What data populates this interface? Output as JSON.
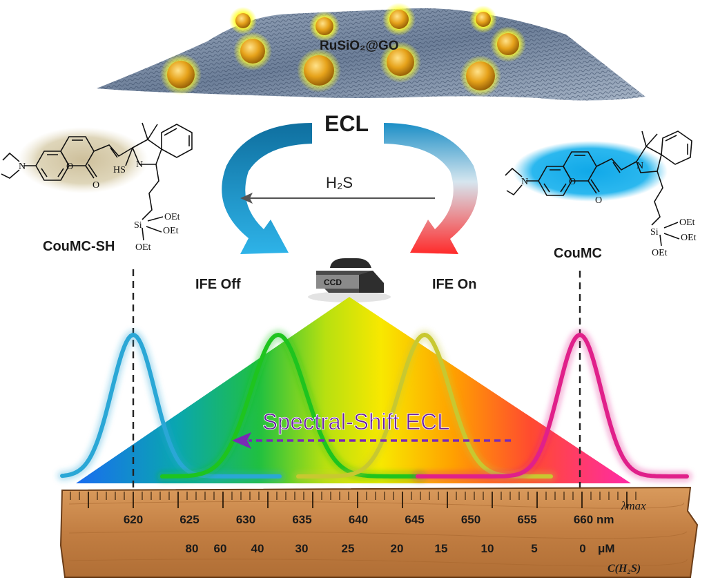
{
  "material_label": "RuSiO₂@GO",
  "ecl_label": "ECL",
  "analyte_label": "H₂S",
  "left_probe": "CouMC-SH",
  "right_probe": "CouMC",
  "ife_off_label": "IFE Off",
  "ife_on_label": "IFE On",
  "detector_label": "CCD",
  "shift_label": "Spectral-Shift ECL",
  "left_chem": {
    "n": "N",
    "o_ring": "O",
    "o_carbonyl": "O",
    "n_indoline": "N",
    "thiol": "HS",
    "si": "Si",
    "oet1": "OEt",
    "oet2": "OEt",
    "oet3": "OEt"
  },
  "right_chem": {
    "n": "N",
    "o_ring": "O",
    "o_carbonyl": "O",
    "n_indoline": "N",
    "si": "Si",
    "oet1": "OEt",
    "oet2": "OEt",
    "oet3": "OEt"
  },
  "ruler": {
    "wavelength_ticks": [
      "620",
      "625",
      "630",
      "635",
      "640",
      "645",
      "650",
      "655",
      "660"
    ],
    "wavelength_unit": "nm",
    "wavelength_symbol": "λmax",
    "concentration_ticks": [
      "80",
      "60",
      "40",
      "30",
      "25",
      "20",
      "15",
      "10",
      "5",
      "0"
    ],
    "concentration_unit": "μM",
    "concentration_symbol": "C(H₂S)"
  },
  "colors": {
    "curve_cyan": "#2aa7d6",
    "curve_green": "#1ec41e",
    "curve_yellow": "#c8c830",
    "curve_magenta": "#e0208a",
    "arrow_blue": "#1b8ec6",
    "arrow_red": "#ff3030",
    "dashed_purple": "#7a2ab5",
    "wood": "#c98a4f"
  }
}
